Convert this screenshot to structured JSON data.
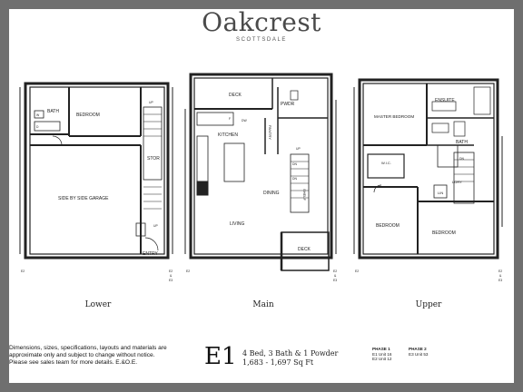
{
  "brand": {
    "name": "Oakcrest",
    "location": "SCOTTSDALE"
  },
  "levels": [
    {
      "name": "Lower",
      "rooms": [
        "BATH",
        "BEDROOM",
        "SIDE BY SIDE GARAGE",
        "STOR",
        "ENTRY"
      ],
      "small": [
        "UP",
        "UP",
        "W",
        "D"
      ]
    },
    {
      "name": "Main",
      "rooms": [
        "DECK",
        "PWDR",
        "KITCHEN",
        "PANTRY",
        "DINING",
        "LIVING",
        "SHELF",
        "DECK"
      ],
      "small": [
        "DW",
        "UP",
        "DN",
        "DN",
        "F"
      ]
    },
    {
      "name": "Upper",
      "rooms": [
        "ENSUITE",
        "MASTER BEDROOM",
        "BATH",
        "W.I.C.",
        "LORY",
        "LIN",
        "BEDROOM",
        "BEDROOM"
      ],
      "small": [
        "DN"
      ]
    }
  ],
  "elevation_marks": {
    "left": "E2",
    "right": [
      "E2",
      "&",
      "E3"
    ]
  },
  "notice": "Dimensions, sizes, specifications, layouts and materials are approximate only and subject to change without notice. Please see sales team for more details. E.&O.E.",
  "model": {
    "code": "E1",
    "summary": "4 Bed, 3 Bath & 1 Powder",
    "area": "1,683 - 1,697 Sq Ft"
  },
  "phases": [
    {
      "title": "PHASE 1",
      "rows": [
        "E1   Unit 16",
        "E2   Unit 12"
      ]
    },
    {
      "title": "PHASE 2",
      "rows": [
        "E3   Unit 53"
      ]
    }
  ]
}
